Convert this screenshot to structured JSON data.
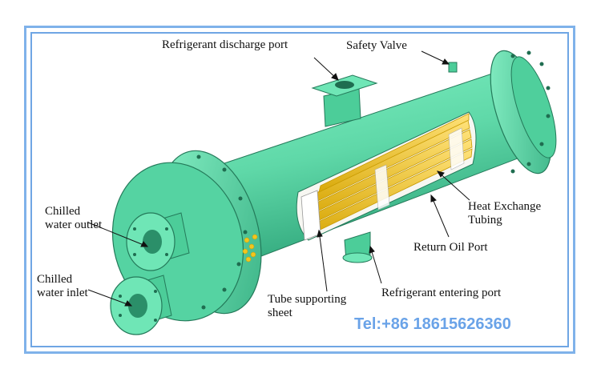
{
  "colors": {
    "frame": "#7fb2ea",
    "shell": "#5fd8a8",
    "shell_dark": "#2fa57a",
    "tubes": "#f2c51e",
    "phone_text": "#6aa3e8"
  },
  "labels": {
    "discharge_port": "Refrigerant discharge port",
    "safety_valve": "Safety Valve",
    "chilled_outlet_line1": "Chilled",
    "chilled_outlet_line2": "water outlet",
    "chilled_inlet_line1": "Chilled",
    "chilled_inlet_line2": "water inlet",
    "heat_exchange_line1": "Heat Exchange",
    "heat_exchange_line2": "Tubing",
    "return_oil": "Return Oil Port",
    "entering_port": "Refrigerant entering port",
    "tube_sheet_line1": "Tube supporting",
    "tube_sheet_line2": "sheet"
  },
  "contact": {
    "phone": "Tel:+86 18615626360"
  }
}
